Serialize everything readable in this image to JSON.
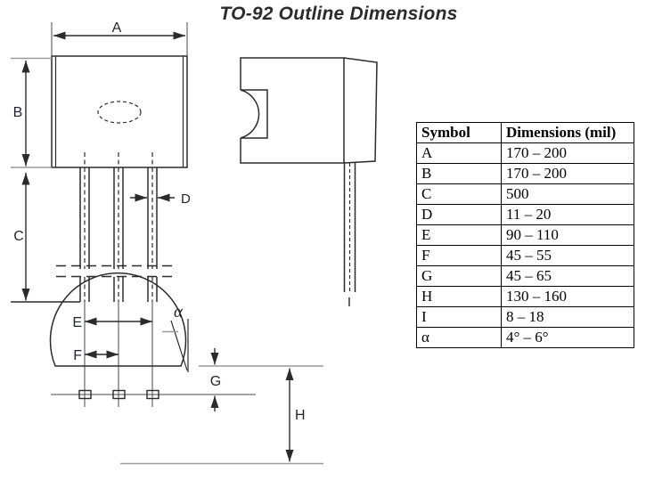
{
  "title": "TO-92 Outline Dimensions",
  "labels": {
    "A": "A",
    "B": "B",
    "C": "C",
    "D": "D",
    "E": "E",
    "F": "F",
    "G": "G",
    "H": "H",
    "I": "I",
    "alpha": "α"
  },
  "table": {
    "headers": [
      "Symbol",
      "Dimensions (mil)"
    ],
    "rows": [
      [
        "A",
        "170 – 200"
      ],
      [
        "B",
        "170 – 200"
      ],
      [
        "C",
        "500"
      ],
      [
        "D",
        "11 – 20"
      ],
      [
        "E",
        "90 – 110"
      ],
      [
        "F",
        "45 – 55"
      ],
      [
        "G",
        "45 – 65"
      ],
      [
        "H",
        "130 – 160"
      ],
      [
        "I",
        "8 – 18"
      ],
      [
        "α",
        "4° – 6°"
      ]
    ]
  },
  "colors": {
    "line": "#2b2b2b",
    "reference_line": "#9a9a9a",
    "label_text": "#1f2430",
    "background": "#ffffff"
  }
}
